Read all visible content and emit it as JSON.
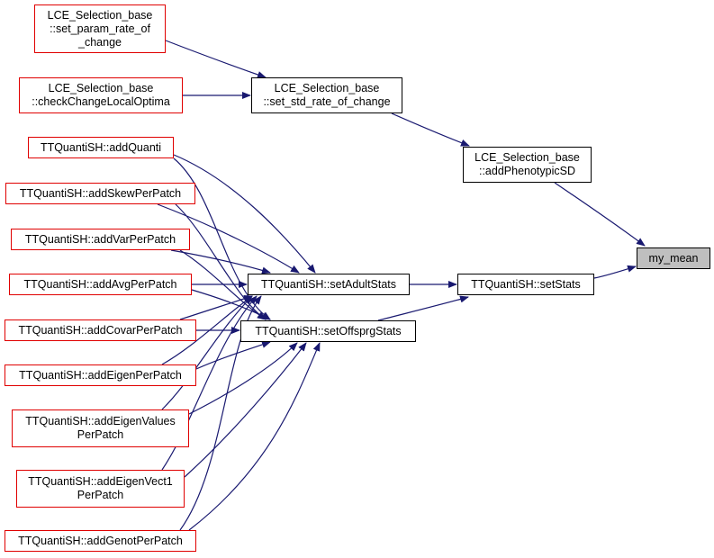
{
  "graph": {
    "edge_color": "#191970",
    "node_border": "#000000",
    "caller_border": "#e00000",
    "current_fill": "#bfbfbf",
    "nodes": {
      "my_mean": [
        "my_mean"
      ],
      "setStats": [
        "TTQuantiSH::setStats"
      ],
      "addPhenotypicSD": [
        "LCE_Selection_base",
        "::addPhenotypicSD"
      ],
      "set_std_rate_of_change": [
        "LCE_Selection_base",
        "::set_std_rate_of_change"
      ],
      "set_param_rate_of_change": [
        "LCE_Selection_base",
        "::set_param_rate_of",
        "_change"
      ],
      "checkChangeLocalOptima": [
        "LCE_Selection_base",
        "::checkChangeLocalOptima"
      ],
      "setAdultStats": [
        "TTQuantiSH::setAdultStats"
      ],
      "setOffsprgStats": [
        "TTQuantiSH::setOffsprgStats"
      ],
      "addQuanti": [
        "TTQuantiSH::addQuanti"
      ],
      "addSkewPerPatch": [
        "TTQuantiSH::addSkewPerPatch"
      ],
      "addVarPerPatch": [
        "TTQuantiSH::addVarPerPatch"
      ],
      "addAvgPerPatch": [
        "TTQuantiSH::addAvgPerPatch"
      ],
      "addCovarPerPatch": [
        "TTQuantiSH::addCovarPerPatch"
      ],
      "addEigenPerPatch": [
        "TTQuantiSH::addEigenPerPatch"
      ],
      "addEigenValuesPerPatch": [
        "TTQuantiSH::addEigenValues",
        "PerPatch"
      ],
      "addEigenVect1PerPatch": [
        "TTQuantiSH::addEigenVect1",
        "PerPatch"
      ],
      "addGenotPerPatch": [
        "TTQuantiSH::addGenotPerPatch"
      ]
    }
  }
}
